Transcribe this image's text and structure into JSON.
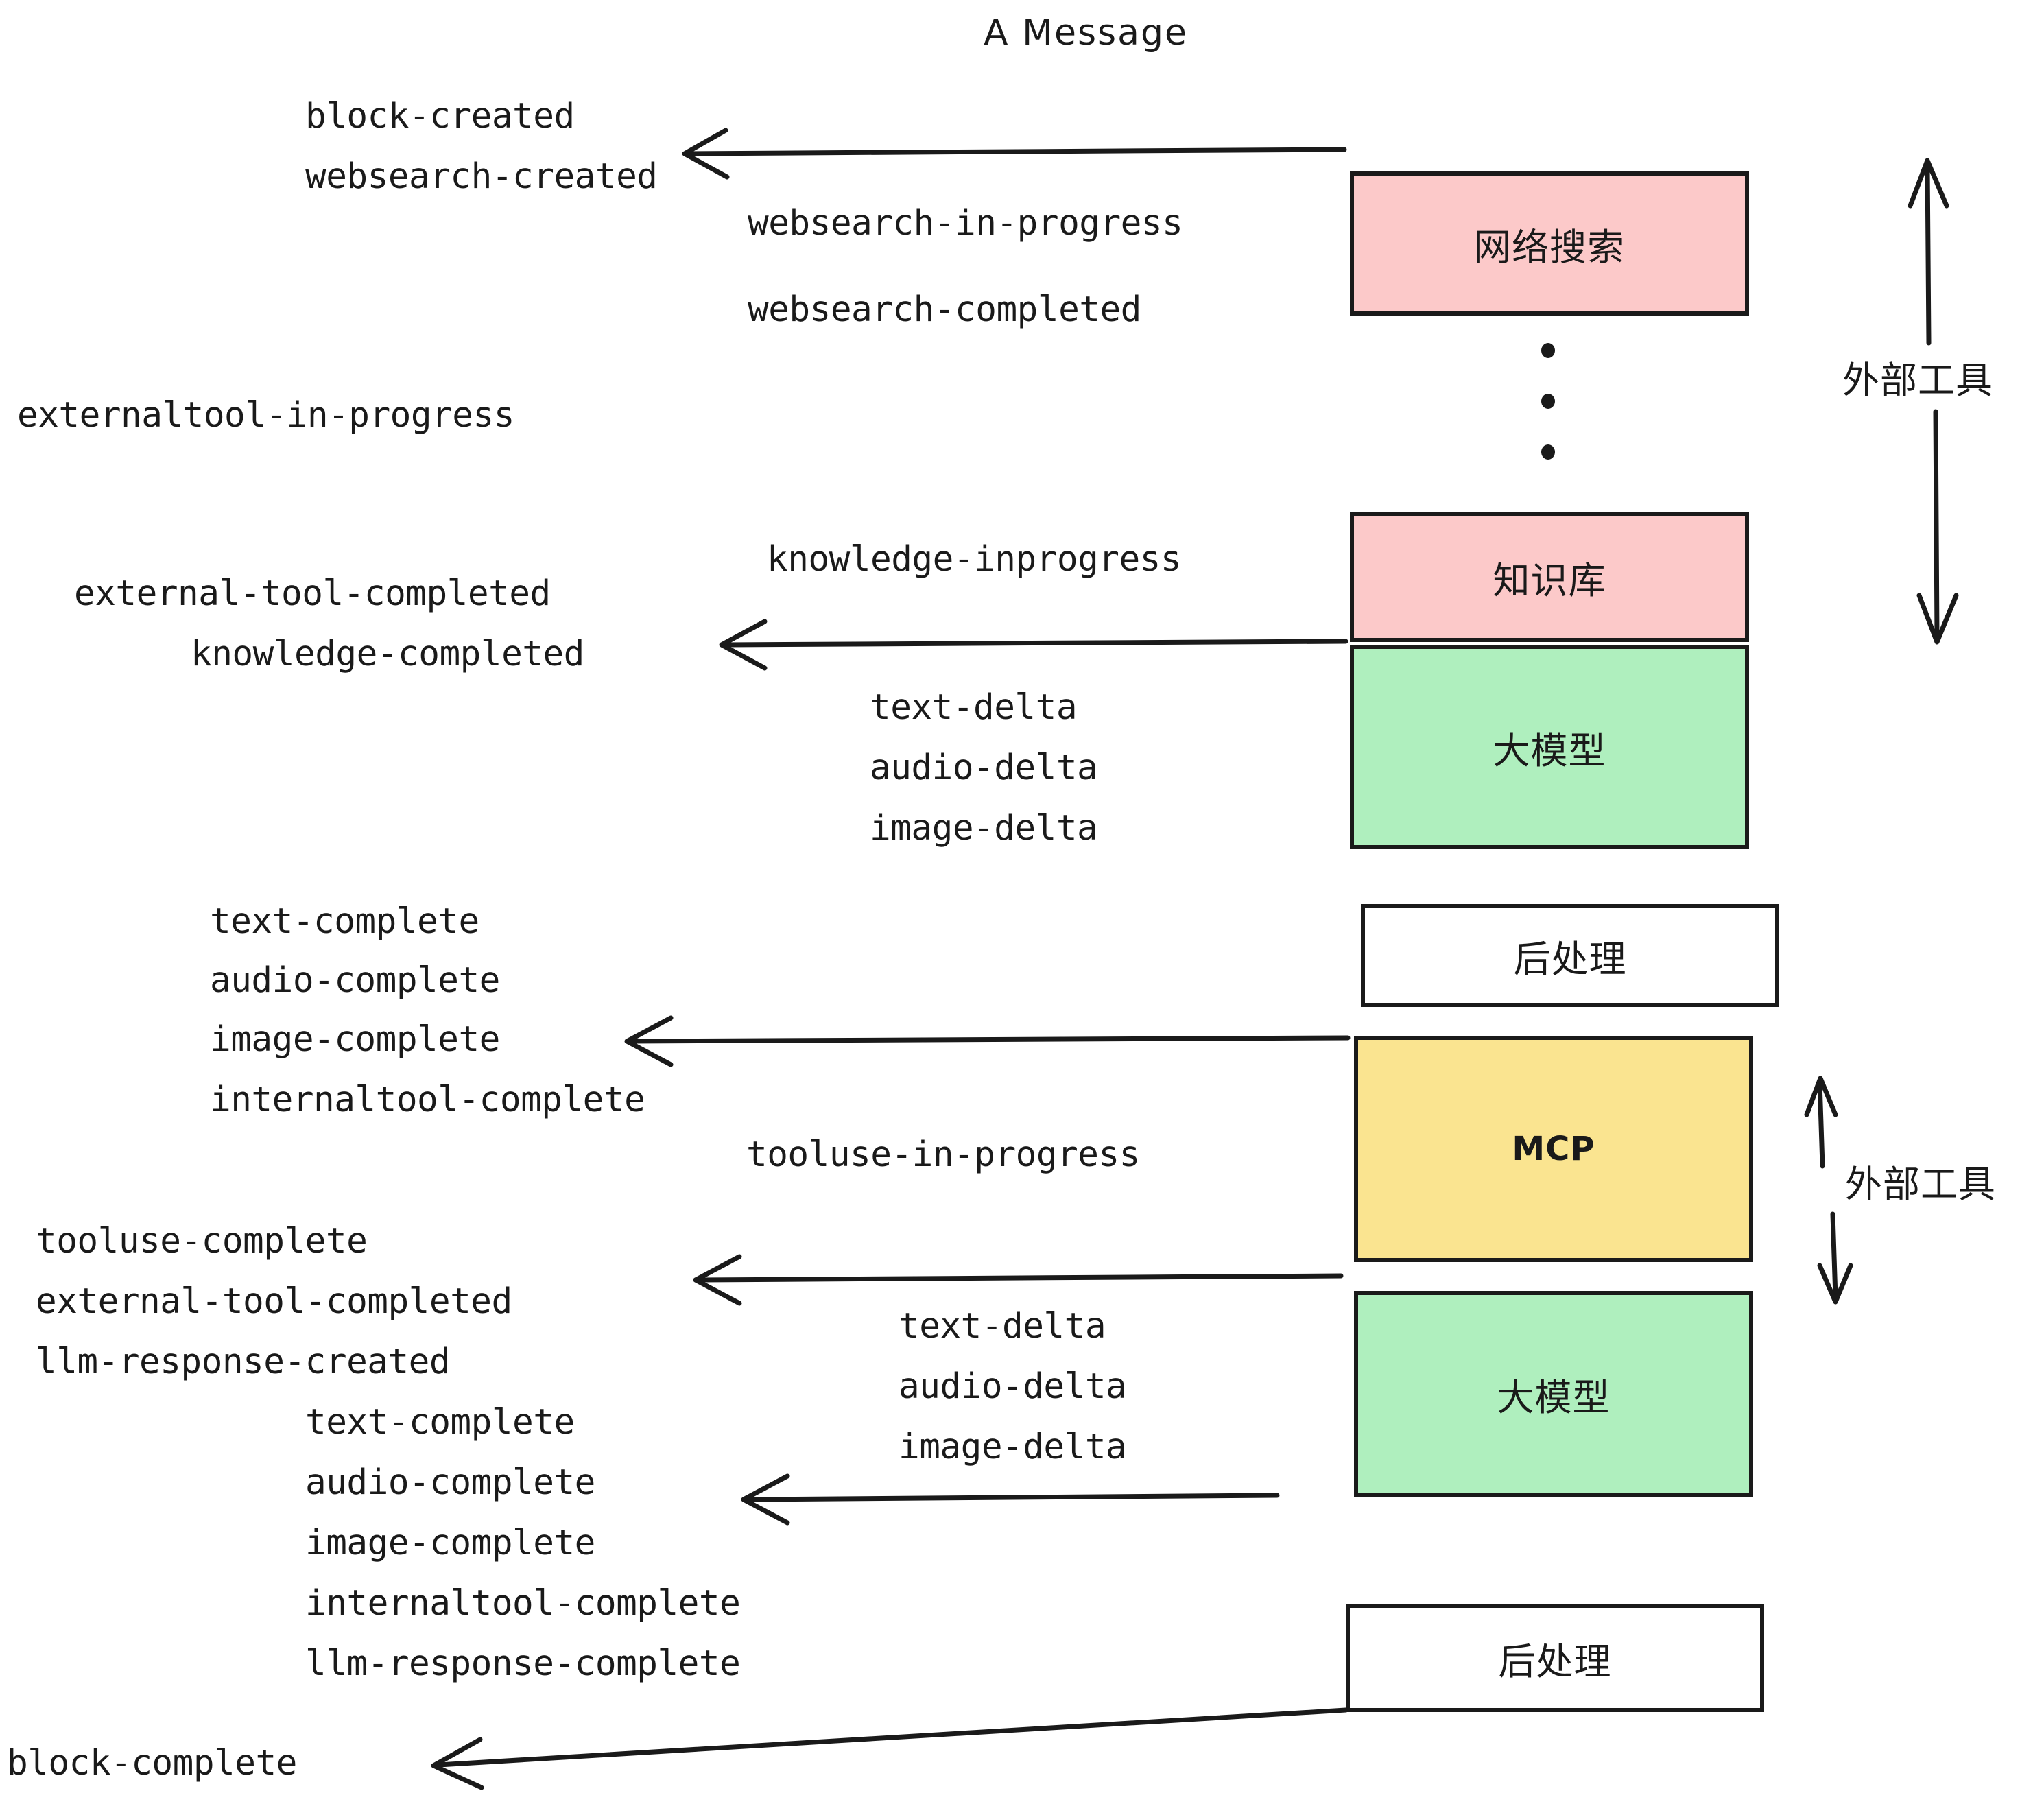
{
  "title": "A Message",
  "colors": {
    "pink": "#FCC9C9",
    "green": "#AFEFBE",
    "yellow": "#FAE490",
    "white": "#FFFFFF",
    "stroke": "#1A1A1A",
    "background": "#FFFFFF"
  },
  "boxes": [
    {
      "id": "websearch",
      "label": "网络搜索",
      "color": "pink"
    },
    {
      "id": "knowledge",
      "label": "知识库",
      "color": "pink"
    },
    {
      "id": "llm1",
      "label": "大模型",
      "color": "green"
    },
    {
      "id": "postprocess1",
      "label": "后处理",
      "color": "white"
    },
    {
      "id": "mcp",
      "label": "MCP",
      "color": "yellow"
    },
    {
      "id": "llm2",
      "label": "大模型",
      "color": "green"
    },
    {
      "id": "postprocess2",
      "label": "后处理",
      "color": "white"
    }
  ],
  "brackets": [
    {
      "id": "external-tools-top",
      "label": "外部工具"
    },
    {
      "id": "external-tools-bottom",
      "label": "外部工具"
    }
  ],
  "events": [
    {
      "id": "block-created",
      "text": "block-created"
    },
    {
      "id": "websearch-created",
      "text": "websearch-created"
    },
    {
      "id": "websearch-in-progress",
      "text": "websearch-in-progress"
    },
    {
      "id": "websearch-completed",
      "text": "websearch-completed"
    },
    {
      "id": "externaltool-in-progress",
      "text": "externaltool-in-progress"
    },
    {
      "id": "knowledge-inprogress",
      "text": "knowledge-inprogress"
    },
    {
      "id": "external-tool-completed-1",
      "text": "external-tool-completed"
    },
    {
      "id": "knowledge-completed",
      "text": "knowledge-completed"
    },
    {
      "id": "text-delta-1",
      "text": "text-delta"
    },
    {
      "id": "audio-delta-1",
      "text": "audio-delta"
    },
    {
      "id": "image-delta-1",
      "text": "image-delta"
    },
    {
      "id": "text-complete-1",
      "text": "text-complete"
    },
    {
      "id": "audio-complete-1",
      "text": "audio-complete"
    },
    {
      "id": "image-complete-1",
      "text": "image-complete"
    },
    {
      "id": "internaltool-complete-1",
      "text": "internaltool-complete"
    },
    {
      "id": "tooluse-in-progress",
      "text": "tooluse-in-progress"
    },
    {
      "id": "tooluse-complete",
      "text": "tooluse-complete"
    },
    {
      "id": "external-tool-completed-2",
      "text": "external-tool-completed"
    },
    {
      "id": "llm-response-created",
      "text": "llm-response-created"
    },
    {
      "id": "text-delta-2",
      "text": "text-delta"
    },
    {
      "id": "audio-delta-2",
      "text": "audio-delta"
    },
    {
      "id": "image-delta-2",
      "text": "image-delta"
    },
    {
      "id": "text-complete-2",
      "text": "text-complete"
    },
    {
      "id": "audio-complete-2",
      "text": "audio-complete"
    },
    {
      "id": "image-complete-2",
      "text": "image-complete"
    },
    {
      "id": "internaltool-complete-2",
      "text": "internaltool-complete"
    },
    {
      "id": "llm-response-complete",
      "text": "llm-response-complete"
    },
    {
      "id": "block-complete",
      "text": "block-complete"
    }
  ]
}
